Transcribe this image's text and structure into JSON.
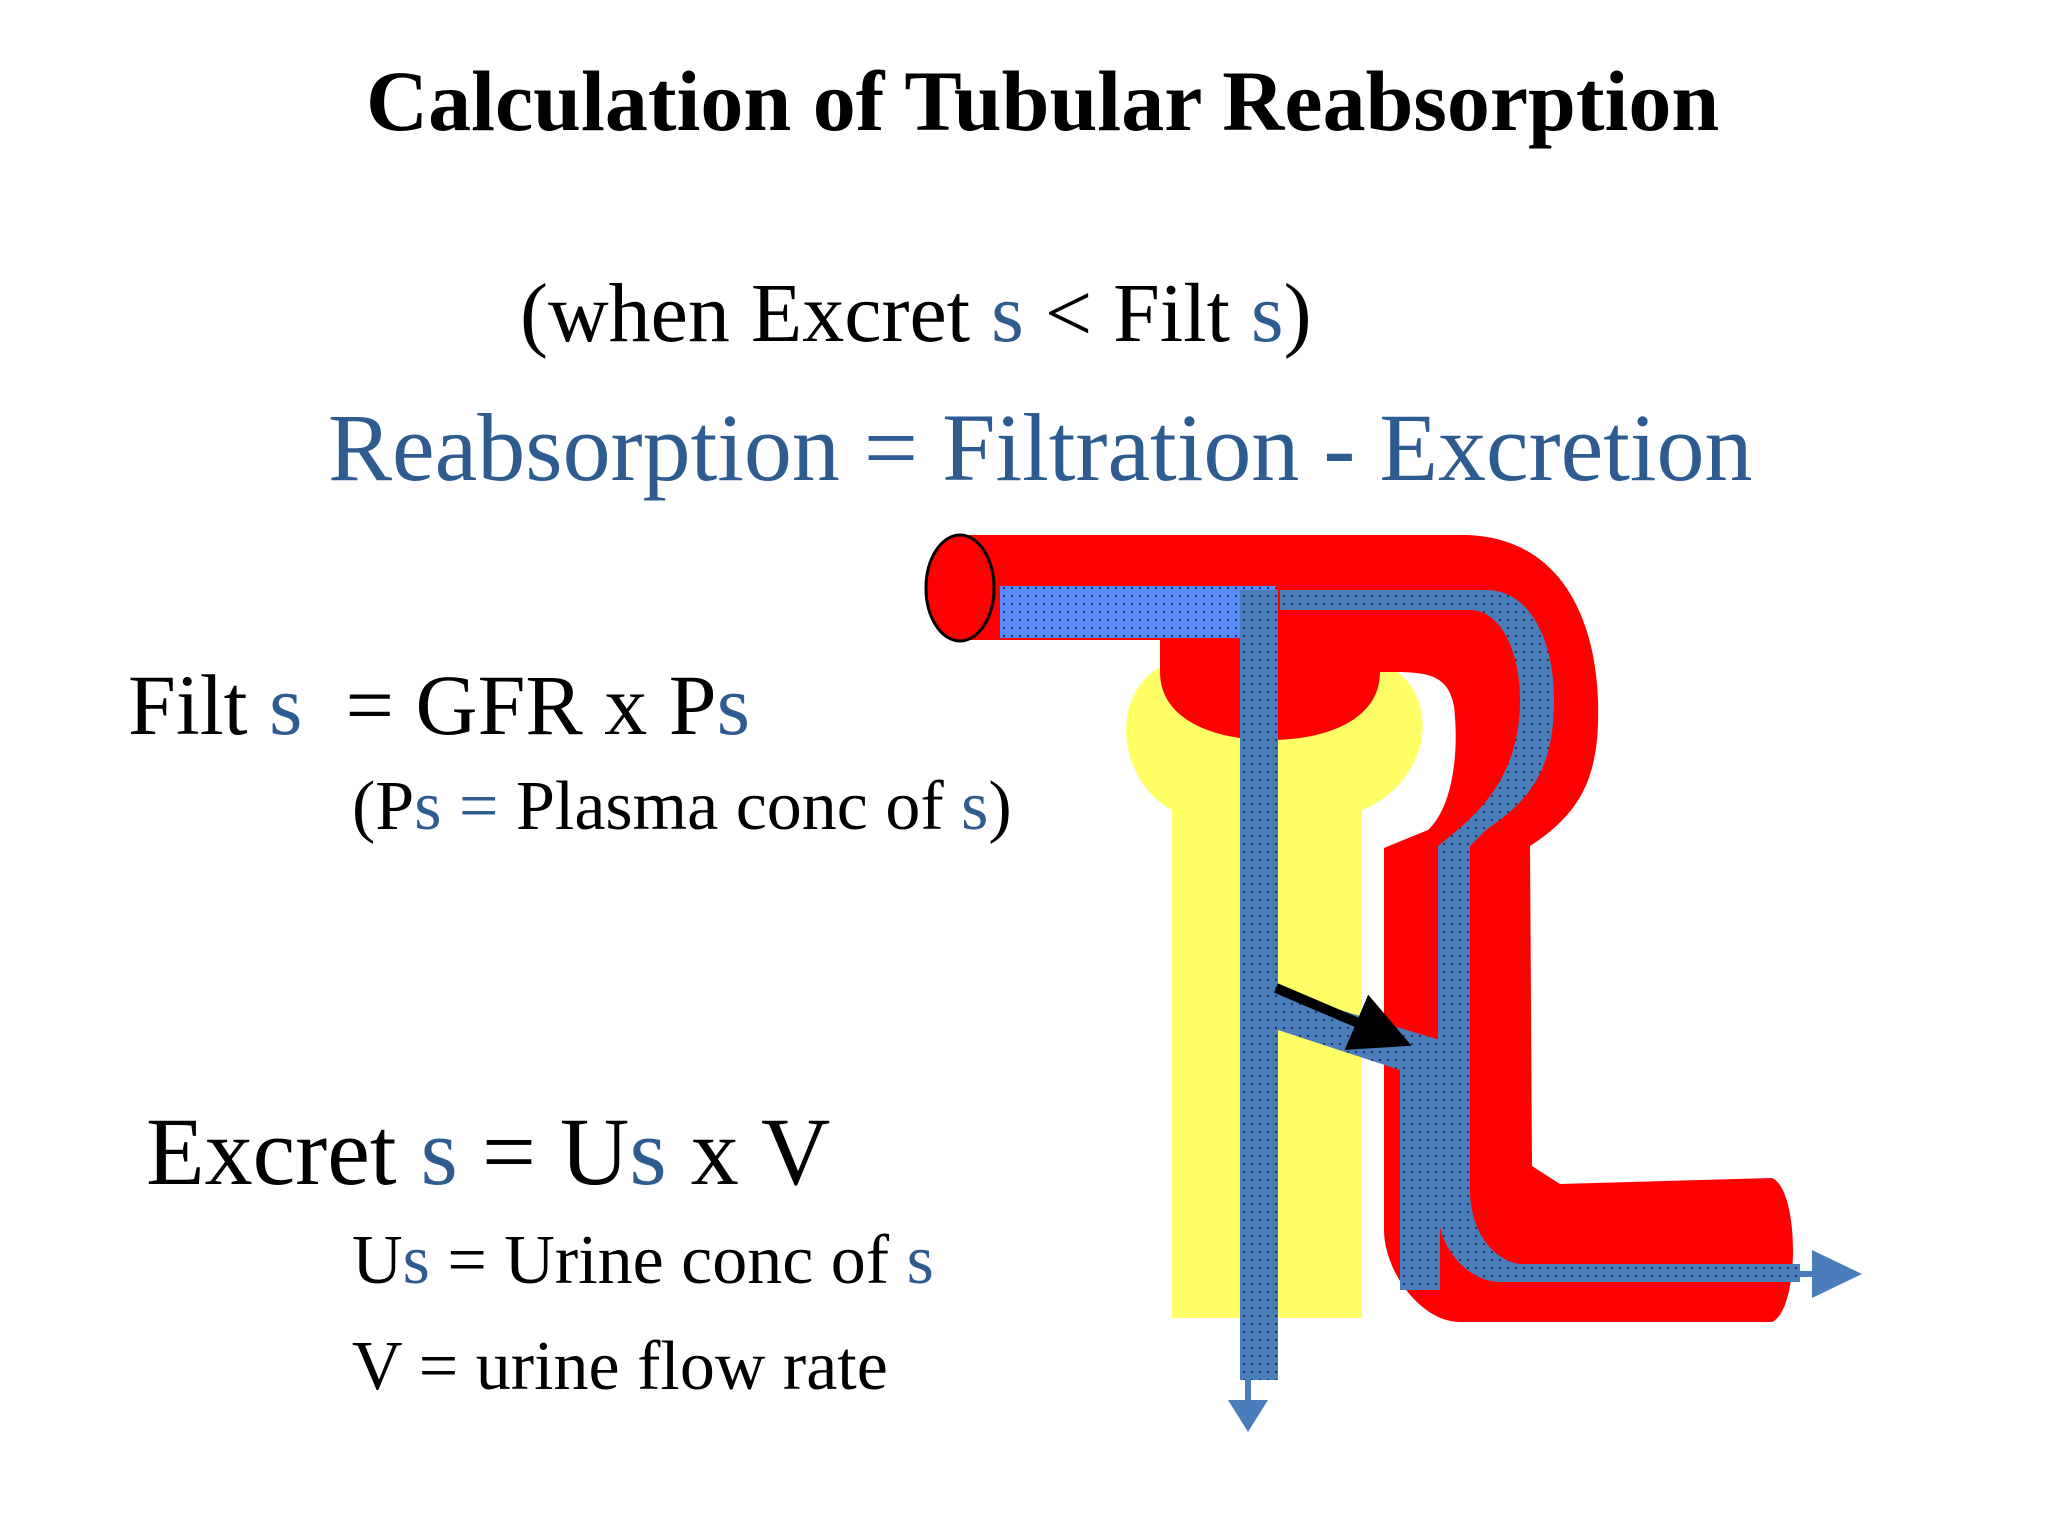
{
  "slide": {
    "title": "Calculation of Tubular Reabsorption",
    "condition": {
      "open": "(when Excret ",
      "s1": "s",
      "middle": " < Filt ",
      "s2": "s",
      "close": ")"
    },
    "main_equation": "Reabsorption = Filtration - Excretion",
    "filtration": {
      "label": "Filt ",
      "s": "s",
      "equals": "  = GFR x P",
      "s2": "s"
    },
    "ps_definition": {
      "open": "(P",
      "s1": "s",
      "eq": " = ",
      "text": "Plasma conc of ",
      "s2": "s",
      "close": ")"
    },
    "excretion": {
      "label": "Excret ",
      "s1": "s",
      "equals": " = U",
      "s2": "s",
      "rest": " x V"
    },
    "us_definition": {
      "u": "U",
      "s1": "s",
      "text": " = Urine conc of ",
      "s2": "s"
    },
    "v_definition": "V = urine flow rate"
  },
  "colors": {
    "blue_text": "#2e5b90",
    "vessel_red": "#ff0000",
    "capsule_yellow": "#ffff66",
    "tubule_blue": "#4a7ebb",
    "filtrate_blue": "#5b8cff",
    "arrow_black": "#000000"
  }
}
